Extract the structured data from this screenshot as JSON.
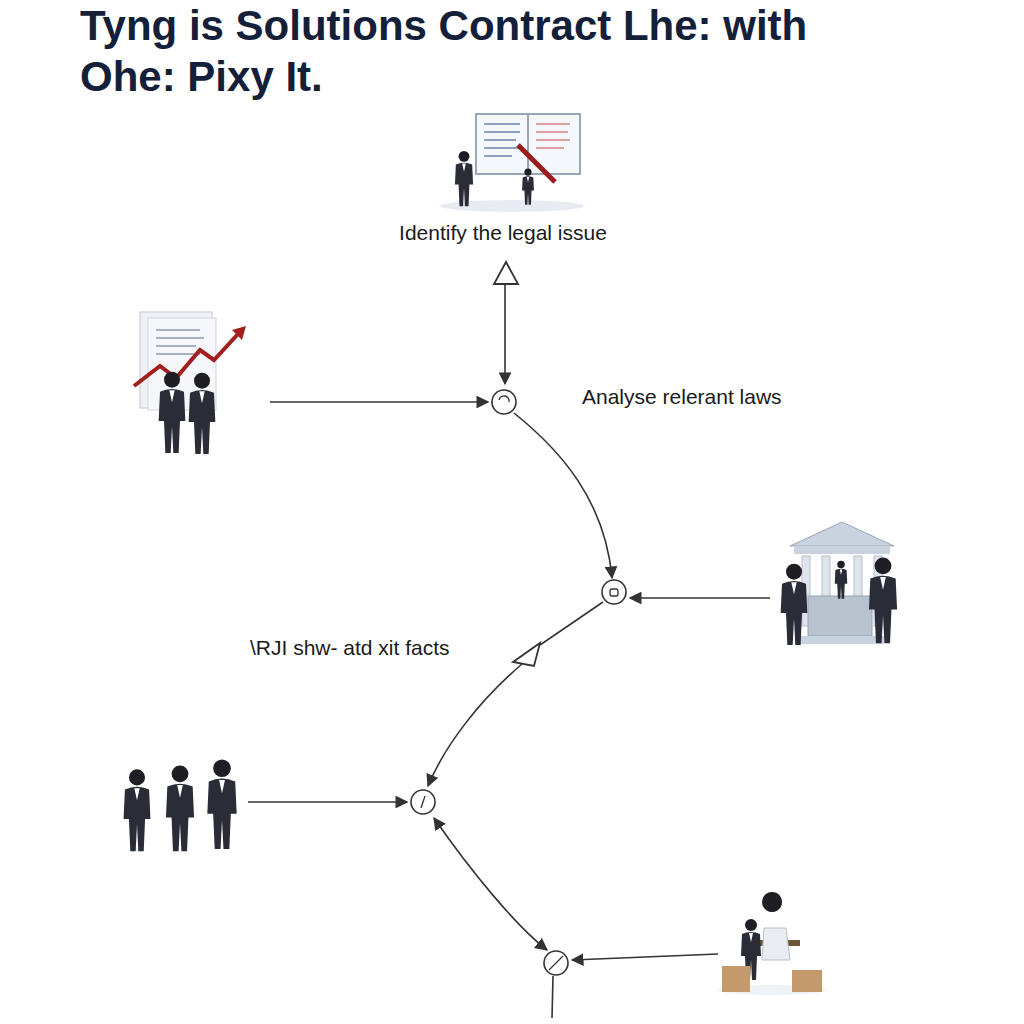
{
  "diagram": {
    "title": "Tyng is Solutions Contract Lhe: with Ohe: Pixy It.",
    "labels": [
      "Identify the legal issue",
      "Analyse relerant laws",
      "\\RJI shw- atd xit facts"
    ]
  }
}
